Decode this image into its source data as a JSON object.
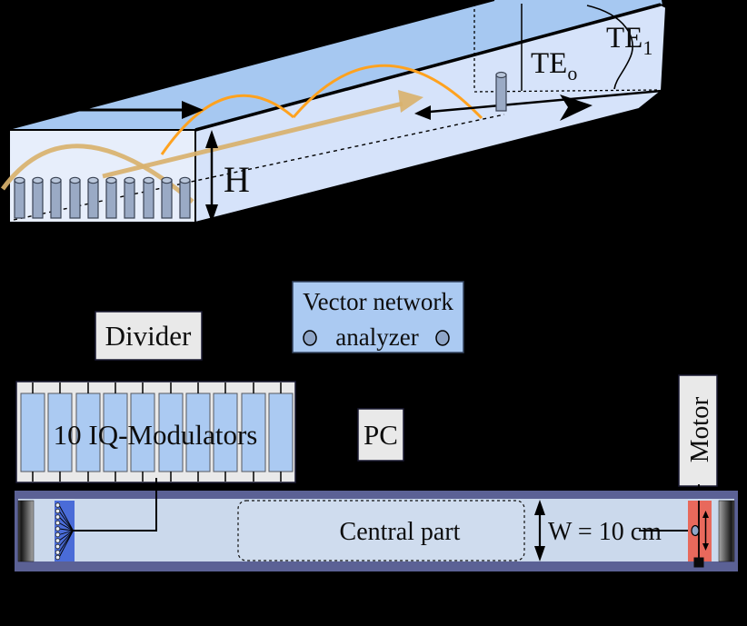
{
  "top_view": {
    "h_label": "H",
    "te0": {
      "base": "TE",
      "sub": "o"
    },
    "te1": {
      "base": "TE",
      "sub": "1"
    }
  },
  "blocks": {
    "divider": "Divider",
    "vna": {
      "line1": "Vector network",
      "line2": "analyzer"
    },
    "modulators": "10 IQ-Modulators",
    "pc": "PC",
    "motor": "Motor"
  },
  "waveguide": {
    "central_part": "Central part",
    "width_label": "W = 10 cm"
  },
  "colors": {
    "background": "#000000",
    "top_face": "#a6c8f1",
    "side_face": "#d6e3fa",
    "front_face": "#e7eefb",
    "tan": "#d9b26e",
    "orange": "#ffa21f",
    "box_gray": "#e9e9e9",
    "box_blue": "#abcaf2",
    "slate": "#5b6195",
    "guide_interior": "#cbd9ec",
    "central_fill": "#cfdcee",
    "antenna_blue": "#4a6cd8",
    "probe_red": "#e8695c",
    "pin_gray": "#9aaac5",
    "pin_top": "#b9c6da",
    "connector": "#8fa6c8"
  }
}
